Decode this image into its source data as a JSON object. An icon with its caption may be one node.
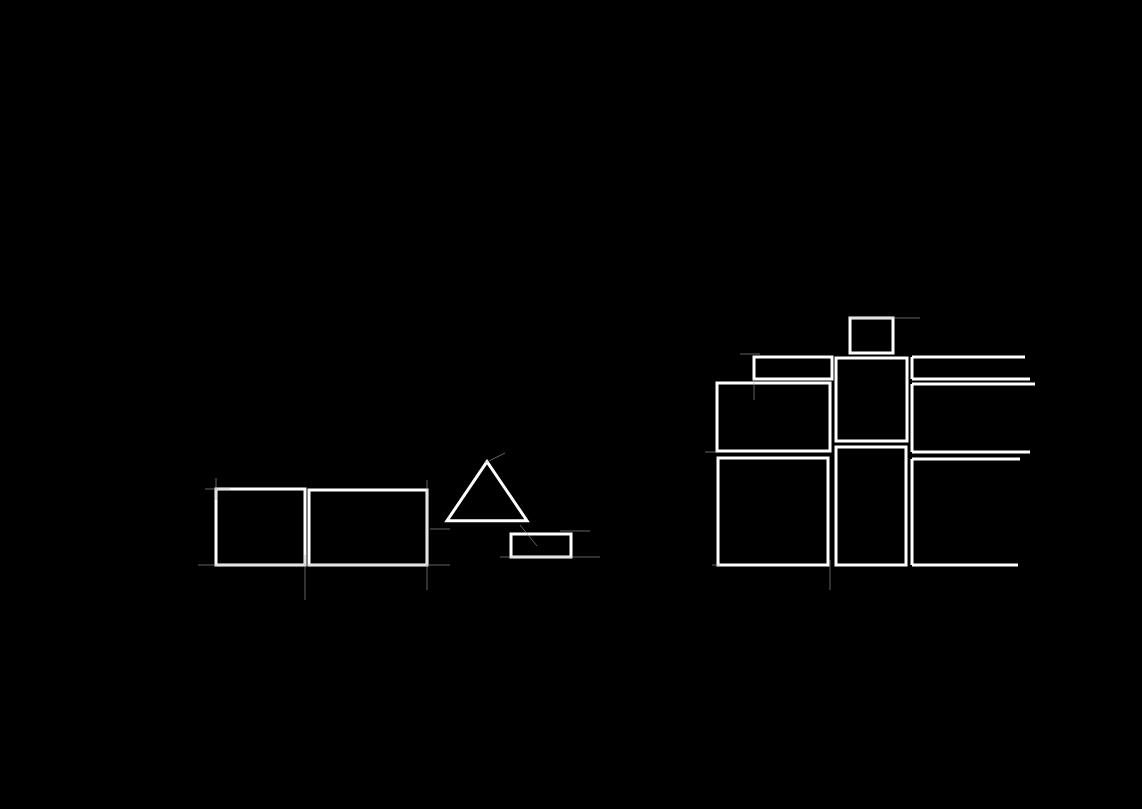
{
  "diagram": {
    "nodes": [
      {
        "text": [],
        "shape": "box"
      },
      {
        "text": [],
        "shape": "box"
      },
      {
        "text": [],
        "shape": "triangle"
      },
      {
        "text": [],
        "shape": "box"
      },
      {
        "text": [],
        "shape": "box"
      },
      {
        "text": [],
        "shape": "box"
      },
      {
        "text": [],
        "shape": "box"
      },
      {
        "text": [],
        "shape": "box"
      },
      {
        "text": [],
        "shape": "box"
      },
      {
        "text": [],
        "shape": "box"
      }
    ]
  }
}
